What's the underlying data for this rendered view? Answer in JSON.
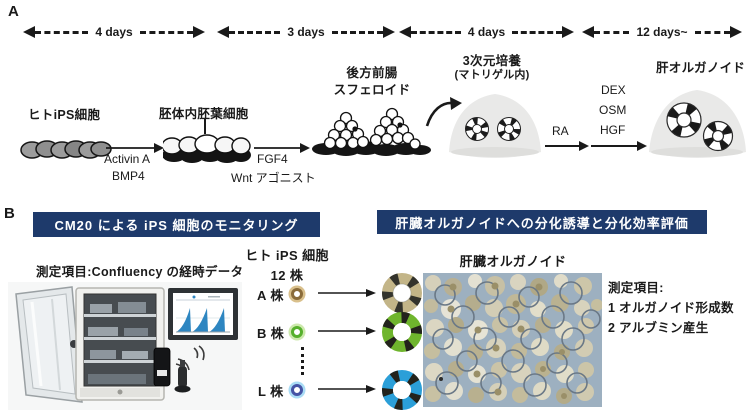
{
  "colors": {
    "banner_navy": "#1e3a6b",
    "ink": "#1a1a1a",
    "organoid_a": "#c3b588",
    "organoid_b": "#6fb52d",
    "organoid_l": "#2b9fd8",
    "strain_a_outer": "#d9c08c",
    "strain_a_ring": "#8a6b3a",
    "strain_b_outer": "#cde9ad",
    "strain_b_ring": "#56b02c",
    "strain_l_outer": "#aadcf5",
    "strain_l_ring": "#4553a5",
    "chart_blue": "#2e86c1",
    "dome_gray": "#e9e9e8",
    "micro_bg": "#9db0c0"
  },
  "panel_a": {
    "label": "A",
    "timeline": [
      {
        "label": "4 days"
      },
      {
        "label": "3 days"
      },
      {
        "label": "4 days"
      },
      {
        "label": "12 days~"
      }
    ],
    "stage_ips": "ヒトiPS細胞",
    "factors_1": [
      "Activin A",
      "BMP4"
    ],
    "stage_de": "胚体内胚葉細胞",
    "factors_2": [
      "FGF4",
      "Wnt アゴニスト"
    ],
    "stage_spheroid_line1": "後方前腸",
    "stage_spheroid_line2": "スフェロイド",
    "stage_3d_line1": "3次元培養",
    "stage_3d_line2": "(マトリゲル内)",
    "factor_ra": "RA",
    "factors_4": [
      "DEX",
      "OSM",
      "HGF"
    ],
    "stage_liver": "肝オルガノイド"
  },
  "panel_b": {
    "label": "B",
    "banner_left": "CM20 による iPS 細胞のモニタリング",
    "banner_right": "肝臓オルガノイドへの分化誘導と分化効率評価",
    "caption_left": "測定項目:Confluency の経時データ",
    "strains_title_line1": "ヒト iPS 細胞",
    "strains_title_line2": "12 株",
    "strains": [
      {
        "label": "A 株"
      },
      {
        "label": "B 株"
      },
      {
        "label": "L 株"
      }
    ],
    "organoid_title": "肝臓オルガノイド",
    "metrics": [
      "測定項目:",
      "1 オルガノイド形成数",
      "2 アルブミン産生"
    ]
  }
}
